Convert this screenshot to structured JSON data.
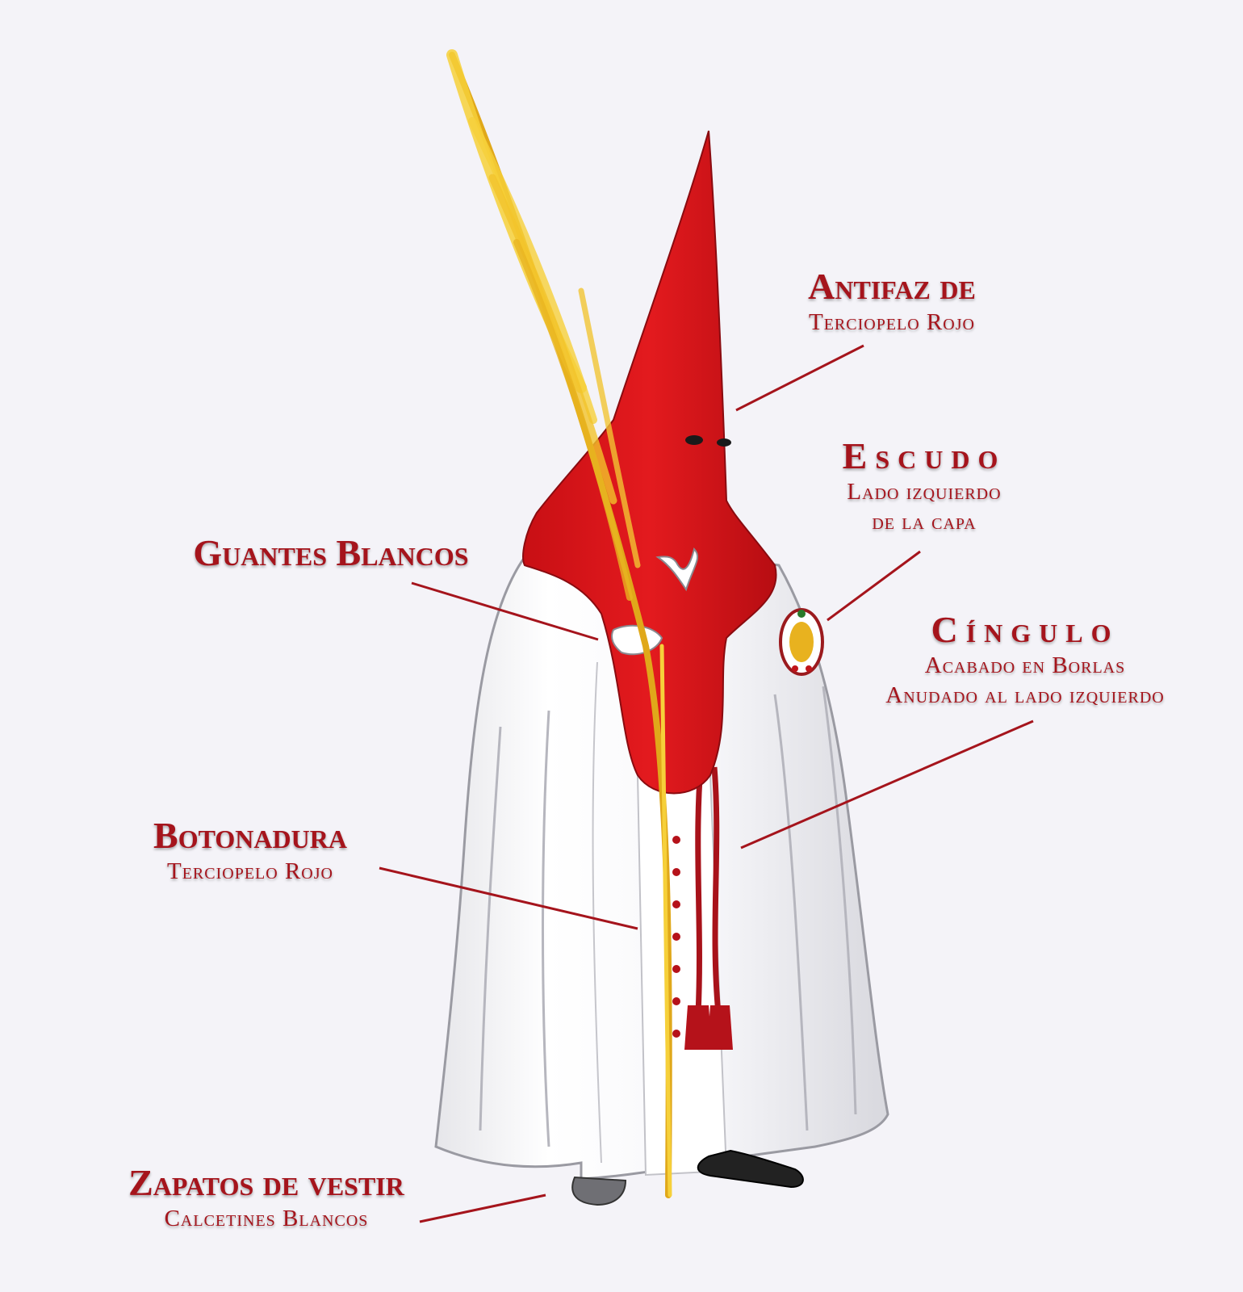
{
  "colors": {
    "background": "#f4f3f8",
    "label": "#a5141c",
    "hood": "#d61418",
    "robe": "#ffffff",
    "palm": "#f2c21e"
  },
  "figure": {
    "icon": "nazareno-figure-illustration",
    "items": [
      "hood-icon",
      "robe-icon",
      "palm-icon",
      "shoe-icon",
      "crest-icon"
    ]
  },
  "labels": {
    "antifaz": {
      "title": "Antifaz de",
      "sub": [
        "Terciopelo Rojo"
      ]
    },
    "escudo": {
      "title": "Escudo",
      "sub": [
        "Lado izquierdo",
        "de la capa"
      ]
    },
    "guantes": {
      "title": "Guantes Blancos",
      "sub": []
    },
    "cingulo": {
      "title": "Cíngulo",
      "sub": [
        "Acabado en Borlas",
        "Anudado al lado izquierdo"
      ]
    },
    "botonadura": {
      "title": "Botonadura",
      "sub": [
        "Terciopelo Rojo"
      ]
    },
    "zapatos": {
      "title": "Zapatos de vestir",
      "sub": [
        "Calcetines Blancos"
      ]
    }
  }
}
